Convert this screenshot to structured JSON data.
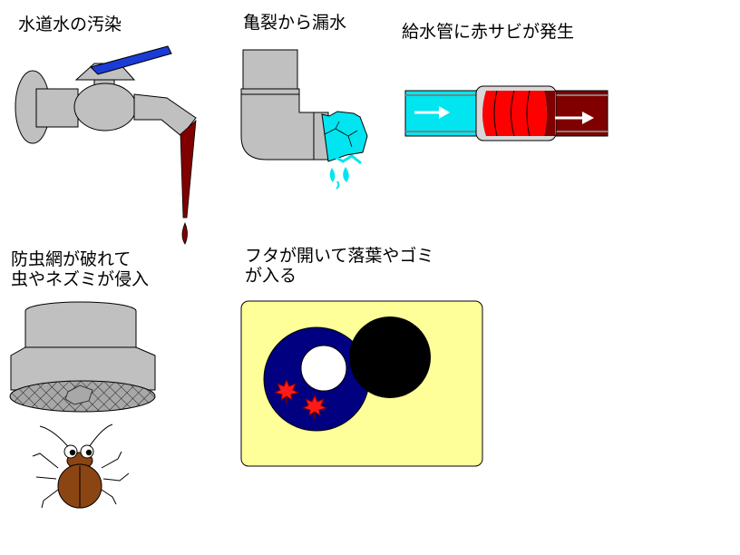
{
  "labels": {
    "tap_contamination": "水道水の汚染",
    "crack_leak": "亀裂から漏水",
    "pipe_rust": "給水管に赤サビが発生",
    "screen_broken_line1": "防虫網が破れて",
    "screen_broken_line2": "虫やネズミが侵入",
    "lid_open_line1": "フタが開いて落葉やゴミ",
    "lid_open_line2": "が入る"
  },
  "colors": {
    "pipe_gray": "#c0c0c0",
    "handle_blue": "#1a3bd6",
    "rust_red": "#800000",
    "water_cyan": "#00e5f0",
    "rust_bright": "#ff0000",
    "lid_yellow": "#ffff99",
    "tank_navy": "#000080",
    "roach_brown": "#8b4513"
  },
  "icons": [
    "faucet-icon",
    "pipe-elbow-icon",
    "rusted-pipe-icon",
    "vent-cap-icon",
    "cockroach-icon",
    "tank-lid-icon",
    "maple-leaf-icon"
  ]
}
